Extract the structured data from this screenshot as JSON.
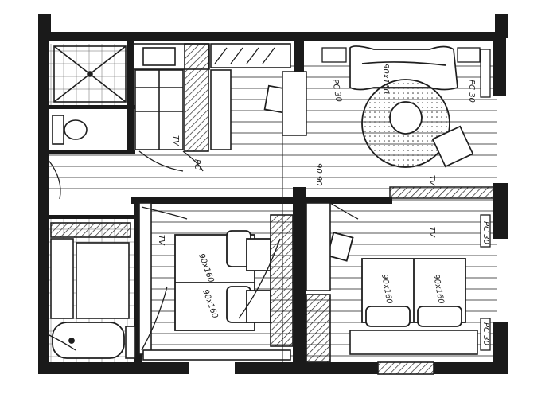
{
  "colors": {
    "ink": "#1e1e1e",
    "paper": "#ffffff",
    "wall": "#1a1a1a",
    "hatch": "#555555"
  },
  "labels": {
    "pc_top_left": "PC 30",
    "sofa_label": "90x160",
    "pc_right": "PC 30",
    "tv_hall": "TV",
    "tv_left_room": "TV",
    "tv_right_room": "TV",
    "tv_kitchen": "TV",
    "dim_hall": "90 90",
    "bed_left_top": "90x160",
    "bed_left_bottom": "90x160",
    "bed_right_left": "90x160",
    "bed_right_right": "90x160",
    "pc_kitchen": "PC",
    "pc_right_lower": "PC 30",
    "pc_right_bottom": "PC 30"
  }
}
